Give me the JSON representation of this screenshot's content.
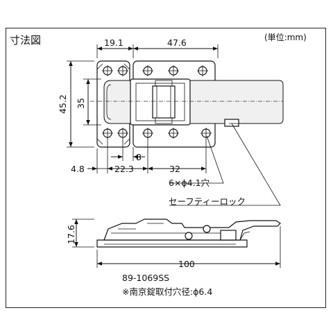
{
  "title": "寸法図",
  "unit": "(単位:mm)",
  "dimensions": {
    "top_left": "19.1",
    "top_right": "47.6",
    "height_total": "45.2",
    "height_inner": "35",
    "hole_spacing": "8",
    "offset_left": "4.8",
    "span_mid": "22.3",
    "span_right": "32",
    "side_height": "17.6",
    "length": "100"
  },
  "callouts": {
    "holes": "6×ϕ4.1穴",
    "safety_lock": "セーフティーロック"
  },
  "footer": {
    "model": "89-1069SS",
    "note": "※南京錠取付穴径:ϕ6.4"
  }
}
